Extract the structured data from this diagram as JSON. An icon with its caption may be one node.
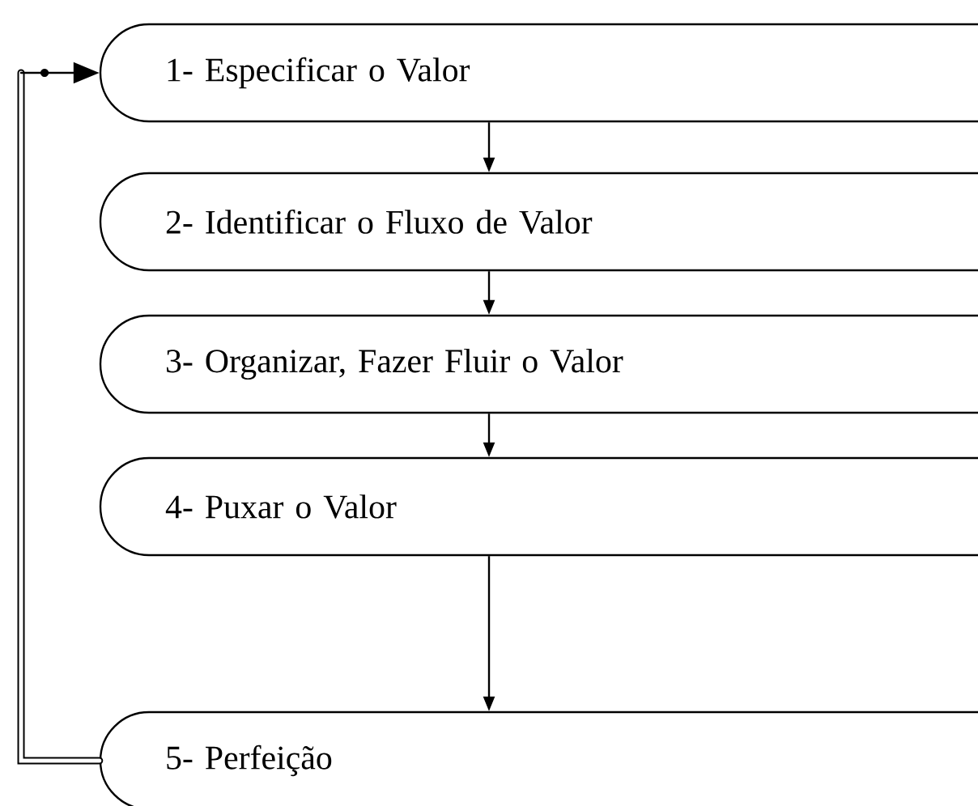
{
  "diagram": {
    "nodes": [
      {
        "text": [
          "1- Especificar o Valor"
        ]
      },
      {
        "text": [
          "2- Identificar o Fluxo de Valor"
        ]
      },
      {
        "text": [
          "3- Organizar, Fazer Fluir o Valor"
        ]
      },
      {
        "text": [
          "4- Puxar o Valor"
        ]
      },
      {
        "text": [
          "5- Perfeição"
        ]
      }
    ],
    "edges": [
      {
        "from": 0,
        "to": 1,
        "arrow": "to"
      },
      {
        "from": 1,
        "to": 2,
        "arrow": "to"
      },
      {
        "from": 2,
        "to": 3,
        "arrow": "to"
      },
      {
        "from": 3,
        "to": 4,
        "arrow": "to"
      },
      {
        "from": 4,
        "to": 0,
        "arrow": "to",
        "style": "thick"
      }
    ]
  }
}
